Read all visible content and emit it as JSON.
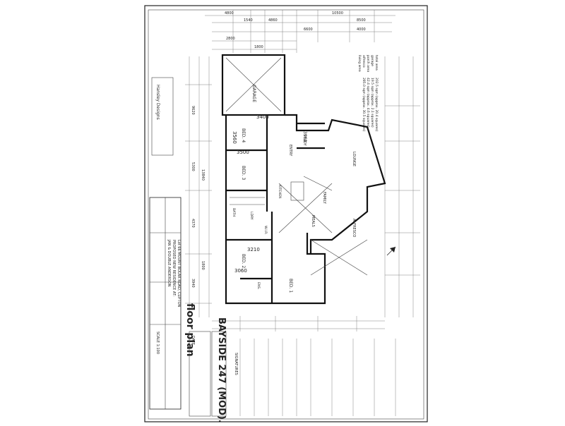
{
  "title_block": {
    "sheet_title": "floor plan",
    "design_name": "BAYSIDE 247 (MOD).",
    "company": "Hansley Designs",
    "client": "JAN & DOUBLE ANDERSON",
    "project": "PROPOSED NEW RESIDENCE AT:",
    "address": "Lot 66 MOUNT BOLAR ROAD, CLIFTON"
  },
  "area_schedule": [
    "202.5 sqm (approx. 20.4 squares)",
    "19.5 sqm (approx. 2.1 squares)",
    "42.4 sqm (approx. 4.6 squares)",
    "285.0 sqm (approx. 30.5 squares)"
  ],
  "area_labels": [
    "living area",
    "alfresco",
    "porch area",
    "garage",
    "total area"
  ],
  "rooms": {
    "garage": "GARAGE",
    "bed2": "BED. 2",
    "bed3": "BED. 3",
    "bed4": "BED. 4",
    "bed1": "BED. 1",
    "study": "STUDY",
    "entry": "ENTRY",
    "lounge": "LOUNGE",
    "family": "FAMILY",
    "meals": "MEALS",
    "alfresco": "ALFRESCO",
    "kitchen": "KITCHEN",
    "wir": "W.I.R.",
    "ens": "ENS.",
    "bath": "BATH",
    "ldry": "LDRY"
  },
  "handwritten_notes": [
    "3400",
    "3560",
    "3500",
    "3960",
    "3210",
    "3060"
  ],
  "dimensions_top": [
    "4800",
    "1540",
    "4860",
    "10500",
    "6600",
    "4000",
    "2800",
    "1800",
    "8500"
  ],
  "dimensions_left": [
    "9620",
    "13840",
    "5300",
    "4370",
    "1800",
    "3940"
  ],
  "signatures_label": "SIGNATURES",
  "date_label": "DATE",
  "scale_label": "SCALE 1:100"
}
